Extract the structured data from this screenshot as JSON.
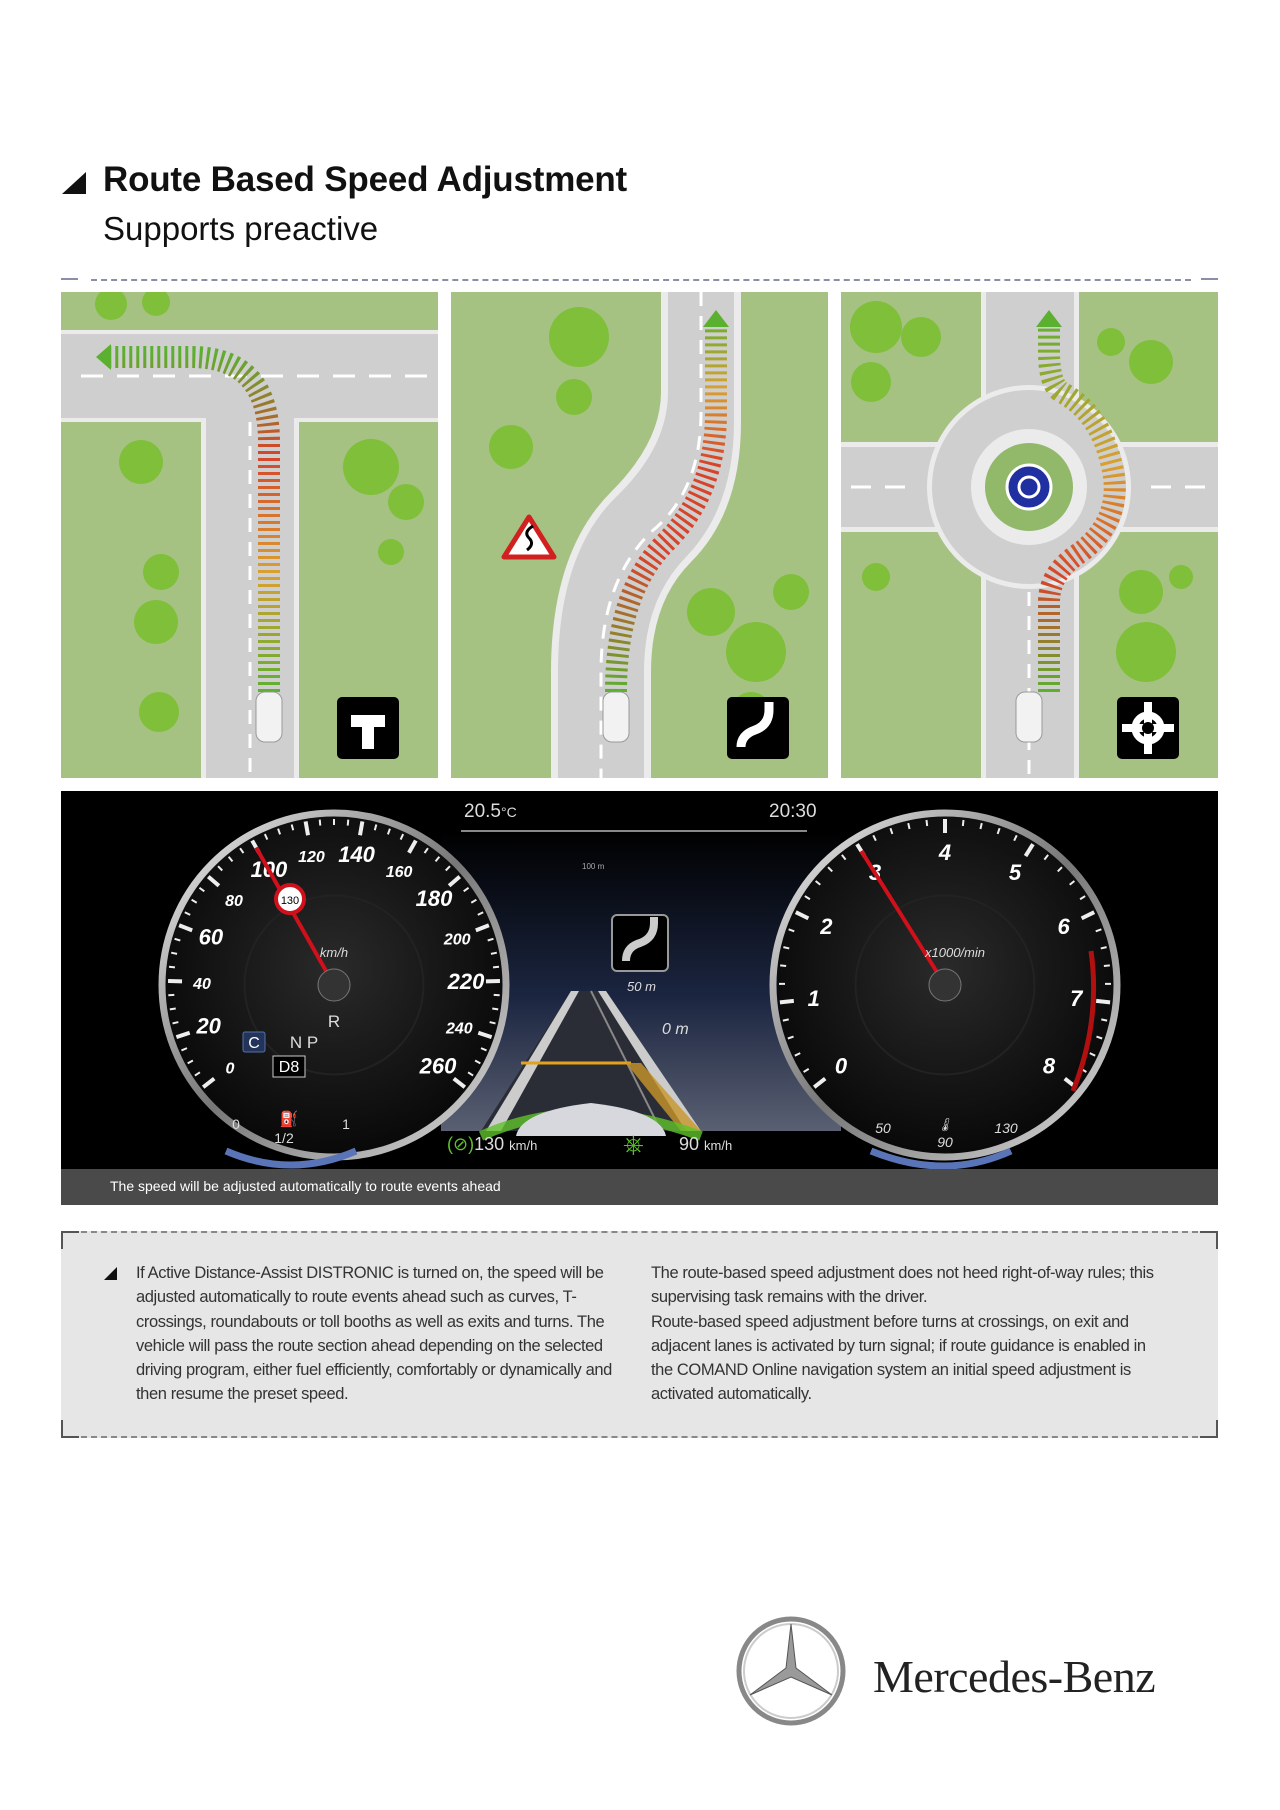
{
  "header": {
    "title": "Route Based Speed Adjustment",
    "subtitle": "Supports preactive"
  },
  "scenarios": [
    {
      "name": "T-crossing",
      "icon": "t-crossing-icon"
    },
    {
      "name": "Curve",
      "icon": "curve-icon",
      "warning_sign": "double-bend-warning-icon"
    },
    {
      "name": "Roundabout",
      "icon": "roundabout-icon"
    }
  ],
  "cluster": {
    "outside_temp": "20.5",
    "temp_unit": "°C",
    "clock": "20:30",
    "speedometer": {
      "labels": [
        "0",
        "20",
        "40",
        "60",
        "80",
        "100",
        "120",
        "140",
        "160",
        "180",
        "200",
        "220",
        "240",
        "260"
      ],
      "min": 0,
      "max": 260,
      "reading": 100,
      "unit": "km/h",
      "speed_limit": "130",
      "gear_top": "R",
      "gear_mode": "C",
      "gear_mid": "N P",
      "gear_current": "D8",
      "fuel_min": "0",
      "fuel_half": "1/2",
      "fuel_max": "1"
    },
    "tachometer": {
      "labels": [
        "0",
        "1",
        "2",
        "3",
        "4",
        "5",
        "6",
        "7",
        "8"
      ],
      "min": 0,
      "max": 8,
      "reading": 3,
      "unit": "x1000/min",
      "coolant_min": "50",
      "coolant_mid": "90",
      "coolant_max": "130"
    },
    "distance_marks": [
      "100 m",
      "50 m",
      "0 m"
    ],
    "set_speed": "130",
    "set_speed_unit": "km/h",
    "target_speed": "90",
    "target_speed_unit": "km/h",
    "caption": "The speed will be adjusted automatically to route events ahead",
    "colors": {
      "needle": "#d0101a",
      "assist_green": "#5fc22c",
      "warning_orange": "#e2a21c"
    }
  },
  "info": {
    "left": "If Active Distance-Assist DISTRONIC is turned on, the speed will be adjusted automatically to route events ahead such as curves, T-crossings, roundabouts or toll booths as well as exits and turns. The vehicle will pass the route section ahead depending on the selected driving program, either fuel efficiently, comfortably or dynamically and then resume the preset speed.",
    "right_1": "The route-based speed adjustment does not heed right-of-way rules; this supervising task remains with the driver.",
    "right_2": "Route-based speed adjustment before turns at crossings, on exit and adjacent lanes is activated by turn signal; if route guidance is enabled in the COMAND Online navigation system an initial speed adjustment is activated automatically."
  },
  "brand": {
    "name": "Mercedes-Benz"
  }
}
